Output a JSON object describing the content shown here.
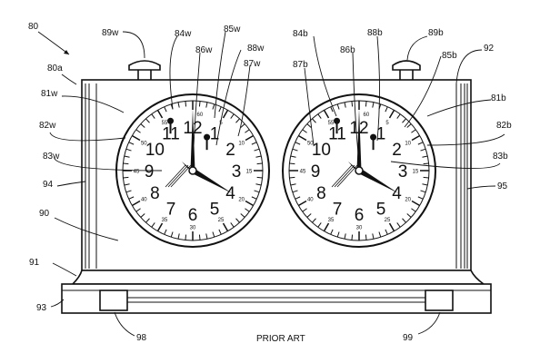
{
  "figure": {
    "caption": "PRIOR ART",
    "labels": {
      "l80": "80",
      "l80a": "80a",
      "l81w": "81w",
      "l82w": "82w",
      "l83w": "83w",
      "l94": "94",
      "l90": "90",
      "l91": "91",
      "l93": "93",
      "l98": "98",
      "l89w": "89w",
      "l84w": "84w",
      "l85w": "85w",
      "l86w": "86w",
      "l88w": "88w",
      "l87w": "87w",
      "l84b": "84b",
      "l86b": "86b",
      "l88b": "88b",
      "l89b": "89b",
      "l92": "92",
      "l85b": "85b",
      "l87b": "87b",
      "l81b": "81b",
      "l82b": "82b",
      "l83b": "83b",
      "l95": "95",
      "l99": "99"
    },
    "dial": {
      "hour_numerals": [
        "1",
        "2",
        "3",
        "4",
        "5",
        "6",
        "7",
        "8",
        "9",
        "10",
        "11",
        "12"
      ],
      "minute_labels": [
        "5",
        "10",
        "15",
        "20",
        "25",
        "30",
        "35",
        "40",
        "45",
        "50",
        "55",
        "60"
      ]
    },
    "clocks": [
      {
        "id": "white",
        "hour": 4,
        "minute": 0
      },
      {
        "id": "black",
        "hour": 4,
        "minute": 0
      }
    ]
  }
}
